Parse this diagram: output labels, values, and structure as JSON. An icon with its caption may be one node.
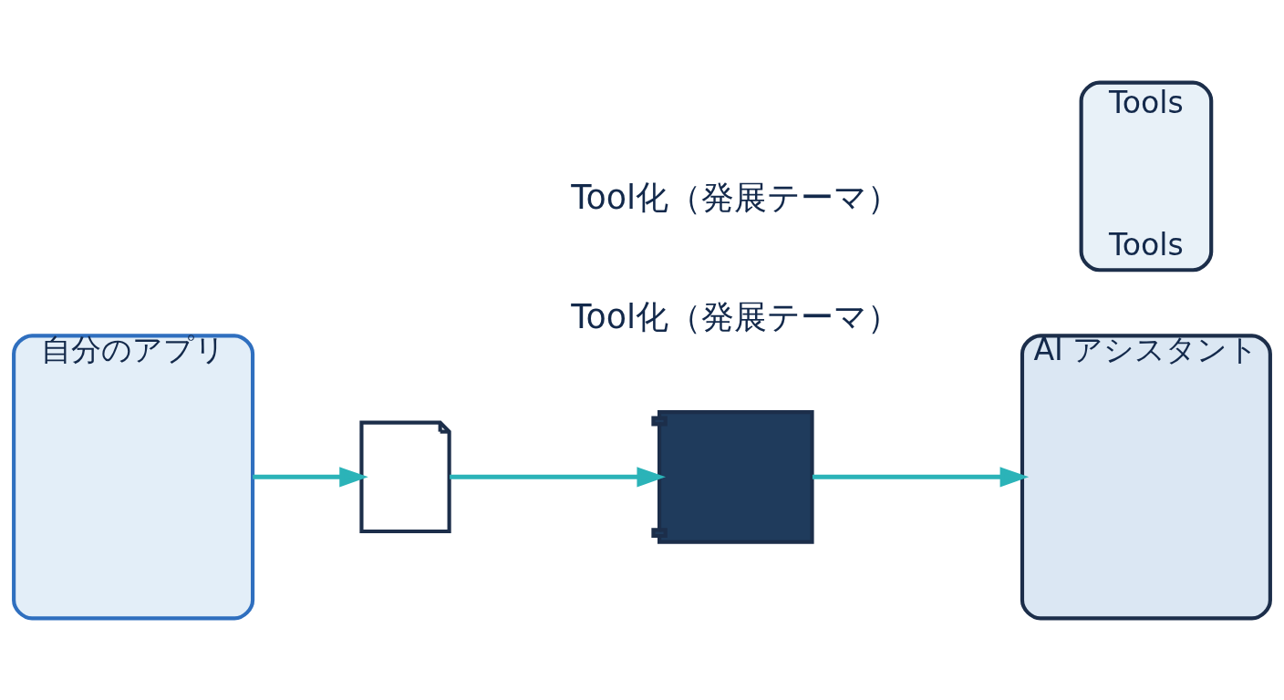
{
  "diagram": {
    "nodes": [
      {
        "text": [
          "自分のアプリ"
        ]
      },
      {
        "text": [],
        "shape": "picture"
      },
      {
        "text": [],
        "shape": "picture"
      },
      {
        "text": [
          "AI アシスタント"
        ]
      },
      {
        "text": [
          "Tools",
          "Tools"
        ]
      }
    ],
    "edges": [
      {
        "from": 0,
        "to": 1,
        "arrow": "to"
      },
      {
        "from": 1,
        "to": 2,
        "arrow": "to"
      },
      {
        "from": 2,
        "to": 3,
        "arrow": "to"
      }
    ],
    "labels": [
      "Tool化（発展テーマ）",
      "Tool化（発展テーマ）"
    ]
  }
}
